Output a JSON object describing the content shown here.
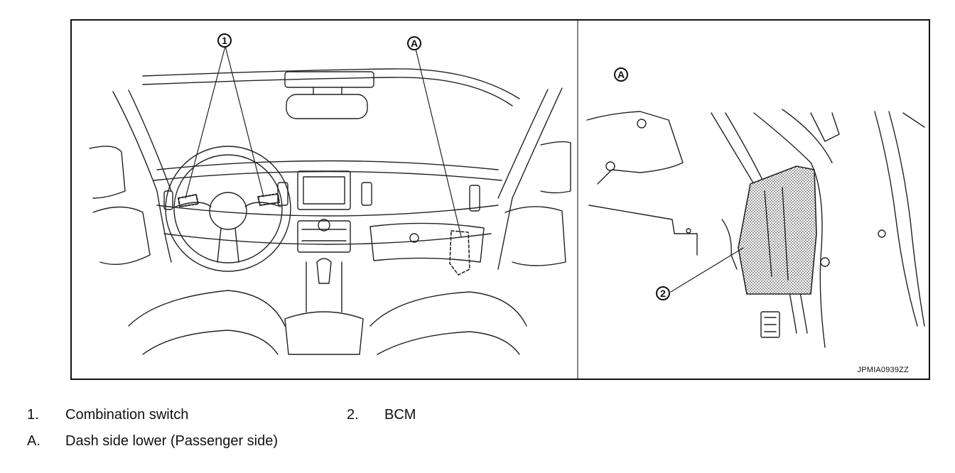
{
  "callouts": {
    "one": "1",
    "two": "2",
    "a_left": "A",
    "a_right": "A"
  },
  "figure_code": "JPMIA0939ZZ",
  "legend": [
    {
      "number": "1.",
      "text": "Combination switch"
    },
    {
      "number": "2.",
      "text": "BCM"
    },
    {
      "number": "A.",
      "text": "Dash side lower (Passenger side)"
    }
  ]
}
